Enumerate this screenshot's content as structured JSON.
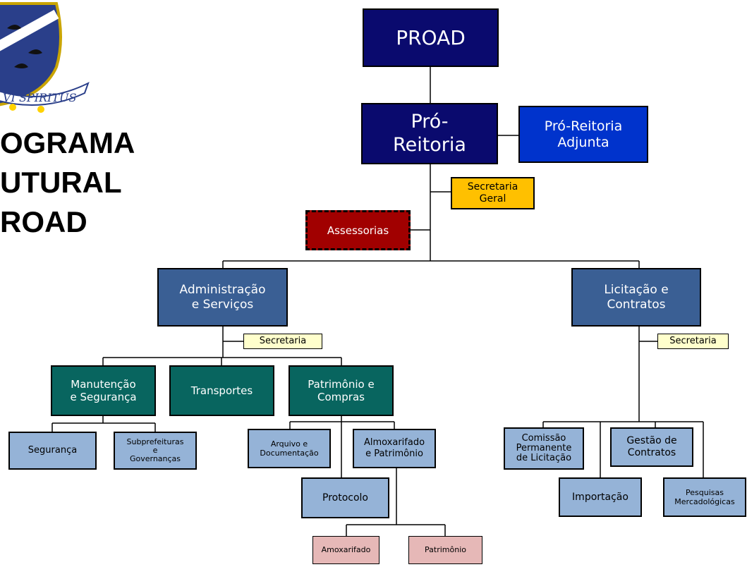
{
  "title": {
    "line1": "OGRAMA",
    "line2": "UTURAL",
    "line3": "ROAD"
  },
  "logo": {
    "motto": "VI SPIRITUS"
  },
  "nodes": {
    "proad": "PROAD",
    "pro_reitoria_1": "Pró-",
    "pro_reitoria_2": "Reitoria",
    "adjunta_1": "Pró-Reitoria",
    "adjunta_2": "Adjunta",
    "secretaria_geral_1": "Secretaria",
    "secretaria_geral_2": "Geral",
    "assessorias": "Assessorias",
    "adm_1": "Administração",
    "adm_2": "e Serviços",
    "licit_1": "Licitação e",
    "licit_2": "Contratos",
    "secretaria_adm": "Secretaria",
    "secretaria_licit": "Secretaria",
    "manut_1": "Manutenção",
    "manut_2": "e Segurança",
    "transportes": "Transportes",
    "patr_compras_1": "Patrimônio e",
    "patr_compras_2": "Compras",
    "seguranca": "Segurança",
    "subpref_1": "Subprefeituras",
    "subpref_2": "e",
    "subpref_3": "Governanças",
    "arquivo_1": "Arquivo e",
    "arquivo_2": "Documentação",
    "almox_1": "Almoxarifado",
    "almox_2": "e Patrimônio",
    "protocolo": "Protocolo",
    "amoxarifado": "Amoxarifado",
    "patrimonio": "Patrimônio",
    "comissao_1": "Comissão",
    "comissao_2": "Permanente",
    "comissao_3": "de Licitação",
    "gestao_1": "Gestão de",
    "gestao_2": "Contratos",
    "importacao": "Importação",
    "pesquisas_1": "Pesquisas",
    "pesquisas_2": "Mercadológicas"
  },
  "colors": {
    "navy": "#0a0a6e",
    "adjunta_blue": "#0033cc",
    "steel_blue": "#3a5f94",
    "teal": "#08655f",
    "light_blue": "#95b3d7",
    "pink": "#e6b8b7",
    "gold": "#ffc000",
    "cream": "#ffffcc",
    "dark_red": "#a10000"
  }
}
